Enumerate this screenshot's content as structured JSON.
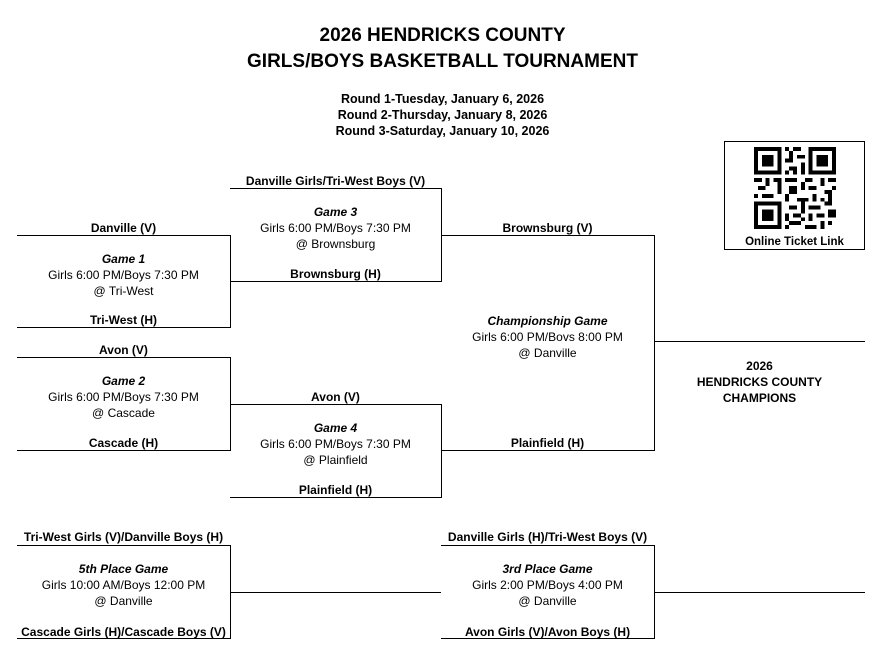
{
  "header": {
    "title_line1": "2026 HENDRICKS COUNTY",
    "title_line2": "GIRLS/BOYS BASKETBALL TOURNAMENT",
    "rounds": [
      "Round 1-Tuesday, January 6, 2026",
      "Round 2-Thursday, January 8, 2026",
      "Round 3-Saturday, January 10, 2026"
    ]
  },
  "qr": {
    "label": "Online Ticket Link"
  },
  "game1": {
    "top_team": "Danville (V)",
    "name": "Game 1",
    "time": "Girls 6:00 PM/Boys 7:30 PM",
    "venue": "@ Tri-West",
    "bottom_team": "Tri-West (H)"
  },
  "game2": {
    "top_team": "Avon (V)",
    "name": "Game 2",
    "time": "Girls 6:00 PM/Boys 7:30 PM",
    "venue": "@ Cascade",
    "bottom_team": "Cascade (H)"
  },
  "game3": {
    "top_team": "Danville Girls/Tri-West Boys (V)",
    "name": "Game 3",
    "time": "Girls 6:00 PM/Boys 7:30 PM",
    "venue": "@ Brownsburg",
    "bottom_team": "Brownsburg (H)"
  },
  "game4": {
    "top_team": "Avon (V)",
    "name": "Game 4",
    "time": "Girls 6:00 PM/Boys 7:30 PM",
    "venue": "@ Plainfield",
    "bottom_team": "Plainfield (H)"
  },
  "championship": {
    "top_team": "Brownsburg (V)",
    "name": "Championship Game",
    "time": "Girls 6:00 PM/Bovs 8:00 PM",
    "venue": "@ Danville",
    "bottom_team": "Plainfield (H)"
  },
  "champions": {
    "line1": "2026",
    "line2": "HENDRICKS COUNTY",
    "line3": "CHAMPIONS"
  },
  "fifth_place": {
    "top_team": "Tri-West Girls (V)/Danville Boys (H)",
    "name": "5th Place Game",
    "time": "Girls 10:00 AM/Boys 12:00 PM",
    "venue": "@ Danville",
    "bottom_team": "Cascade Girls (H)/Cascade Boys (V)"
  },
  "third_place": {
    "top_team": "Danville Girls (H)/Tri-West Boys (V)",
    "name": "3rd Place Game",
    "time": "Girls 2:00 PM/Boys 4:00 PM",
    "venue": "@ Danville",
    "bottom_team": "Avon Girls (V)/Avon Boys (H)"
  }
}
